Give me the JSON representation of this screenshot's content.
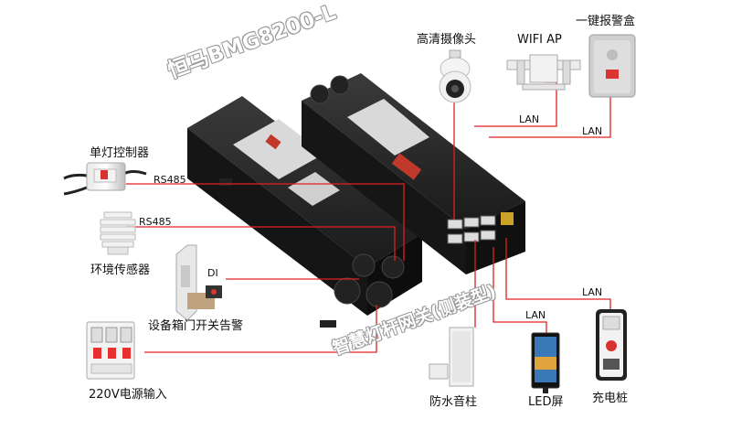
{
  "watermarks": {
    "model": "恒马BMG8200-L",
    "product": "智慧灯杆网关(侧装型)"
  },
  "devices": {
    "single_lamp_controller": "单灯控制器",
    "env_sensor": "环境传感器",
    "door_alarm": "设备箱门开关告警",
    "power_input": "220V电源输入",
    "hd_camera": "高清摄像头",
    "wifi_ap": "WIFI AP",
    "alarm_box": "一键报警盒",
    "speaker": "防水音柱",
    "led_screen": "LED屏",
    "charger": "充电桩"
  },
  "links": {
    "rs485_1": "RS485",
    "rs485_2": "RS485",
    "di": "DI",
    "lan_wifi": "LAN",
    "lan_alarm": "LAN",
    "lan_led": "LAN",
    "lan_charger": "LAN"
  },
  "colors": {
    "line": "#e02020",
    "device_body": "#1b1b1b"
  }
}
